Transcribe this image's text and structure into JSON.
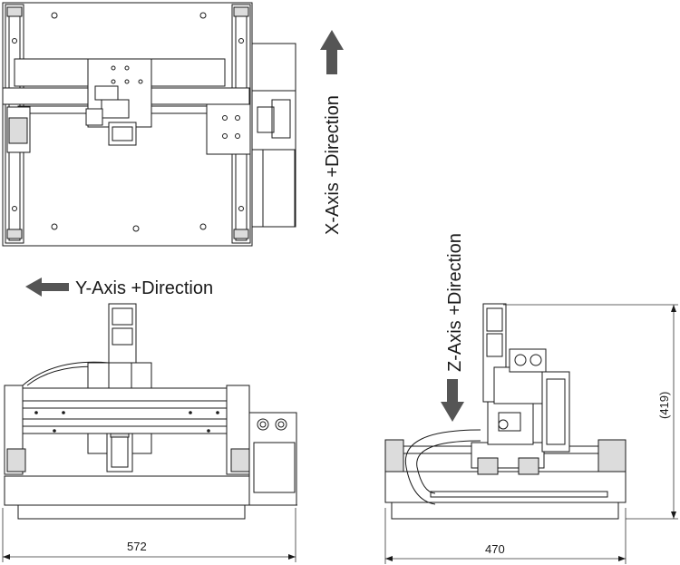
{
  "labels": {
    "x_axis": "X-Axis +Direction",
    "y_axis": "Y-Axis +Direction",
    "z_axis": "Z-Axis +Direction"
  },
  "dimensions": {
    "front_width": "572",
    "side_width": "470",
    "side_height": "(419)"
  },
  "colors": {
    "line": "#1a1a1a",
    "arrow": "#555555",
    "fill": "#dcdcdc"
  }
}
